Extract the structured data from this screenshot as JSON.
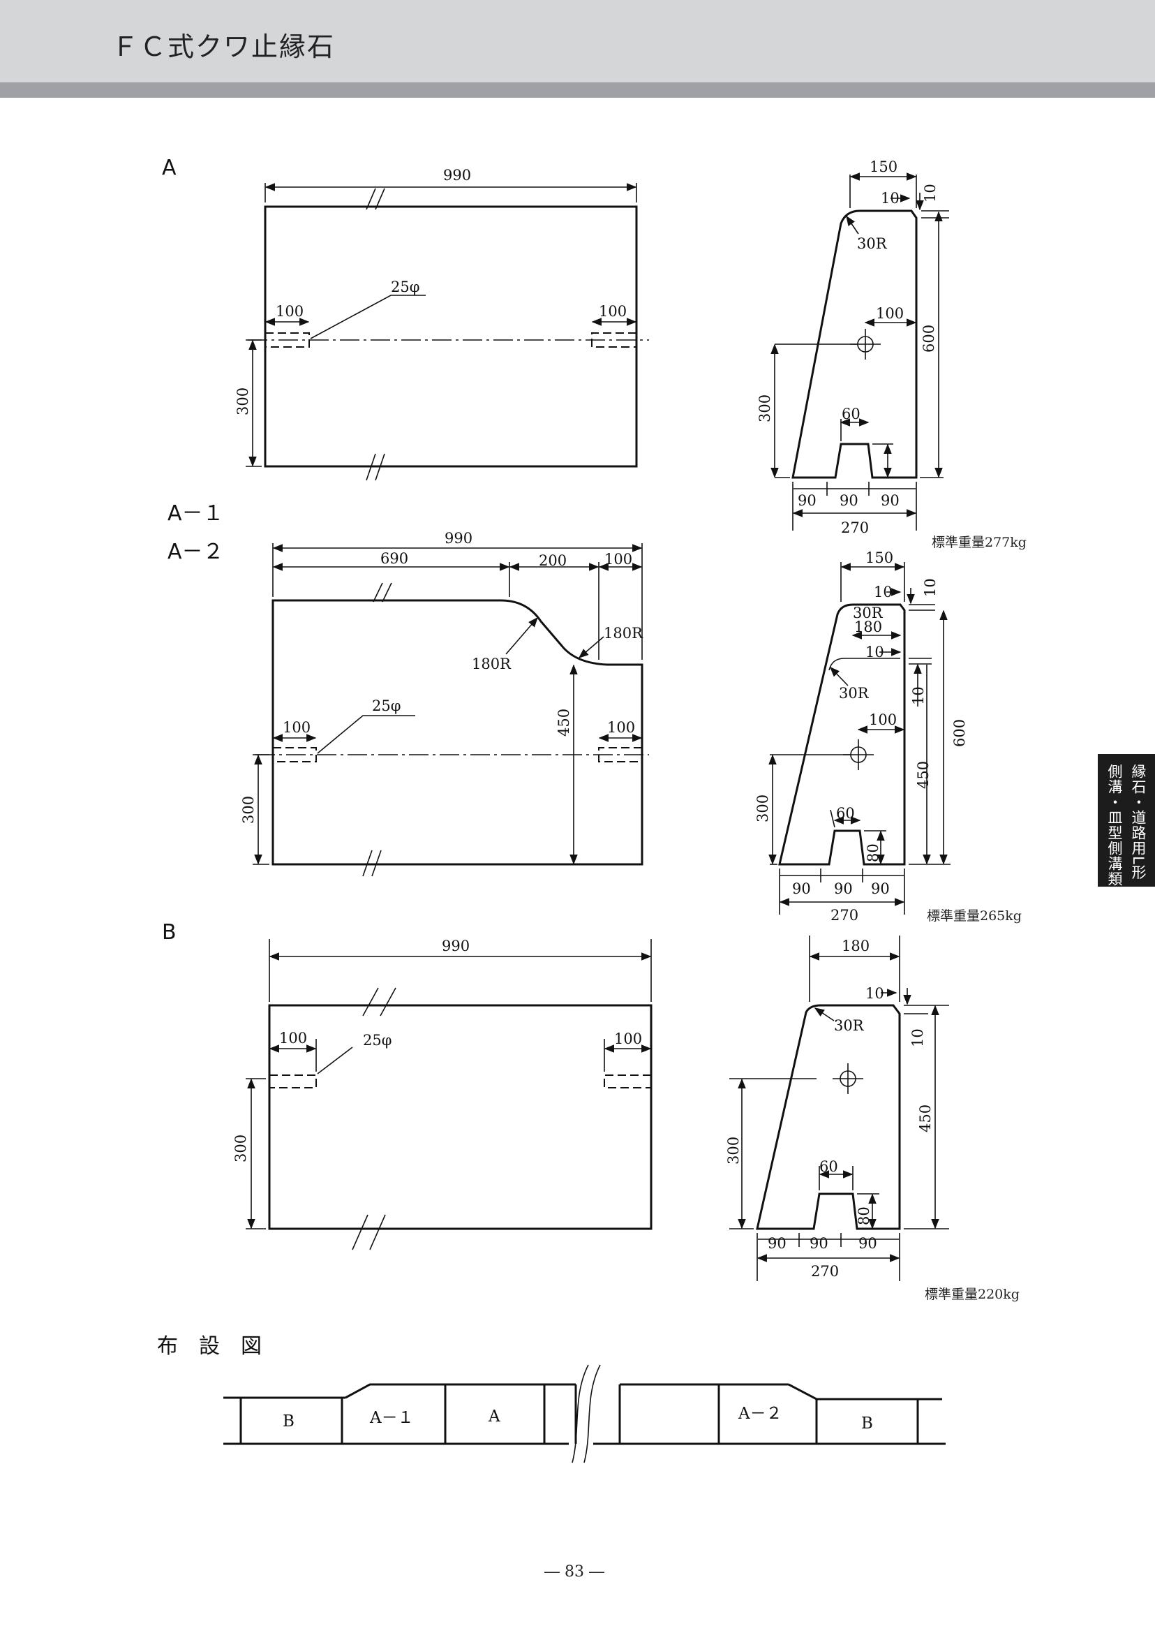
{
  "header": {
    "title": "ＦＣ式クワ止縁石"
  },
  "side_tab": {
    "line1": "縁石・道路用L形",
    "line2": "側溝・皿型側溝類"
  },
  "section_a": {
    "label": "A",
    "plan": {
      "length": "990",
      "left_hole": "100",
      "right_hole": "100",
      "hole_dia": "25φ",
      "height": "300"
    },
    "profile": {
      "top": "150",
      "chamfer_w": "10",
      "chamfer_h": "10",
      "radius": "30R",
      "hole_pos": "100",
      "height": "600",
      "hole_height": "300",
      "groove": "60",
      "base_parts": [
        "90",
        "90",
        "90"
      ],
      "base": "270",
      "weight": "標準重量277kg"
    }
  },
  "section_a12": {
    "label1": "A－１",
    "label2": "A－２",
    "plan": {
      "length": "990",
      "seg1": "690",
      "seg2": "200",
      "seg3": "100",
      "radius1": "180R",
      "radius2": "180R",
      "hole_dia": "25φ",
      "left_hole": "100",
      "right_hole": "100",
      "step_height": "450",
      "height": "300"
    },
    "profile": {
      "top": "150",
      "chamfer_w1": "10",
      "chamfer_h1": "10",
      "radius1": "30R",
      "mid": "180",
      "chamfer_w2": "10",
      "chamfer_h2": "10",
      "radius2": "30R",
      "hole_pos": "100",
      "height": "600",
      "height2": "450",
      "hole_height": "300",
      "groove": "60",
      "groove_h": "80",
      "base_parts": [
        "90",
        "90",
        "90"
      ],
      "base": "270",
      "weight": "標準重量265kg"
    }
  },
  "section_b": {
    "label": "B",
    "plan": {
      "length": "990",
      "left_hole": "100",
      "right_hole": "100",
      "hole_dia": "25φ",
      "height": "300"
    },
    "profile": {
      "top": "180",
      "chamfer_w": "10",
      "chamfer_h": "10",
      "radius": "30R",
      "height": "450",
      "hole_height": "300",
      "groove": "60",
      "groove_h": "80",
      "base_parts": [
        "90",
        "90",
        "90"
      ],
      "base": "270",
      "weight": "標準重量220kg"
    }
  },
  "layout": {
    "title": "布　設　図",
    "blocks": [
      "B",
      "A－１",
      "A",
      "A－２",
      "B"
    ]
  },
  "page_number": "― 83 ―"
}
